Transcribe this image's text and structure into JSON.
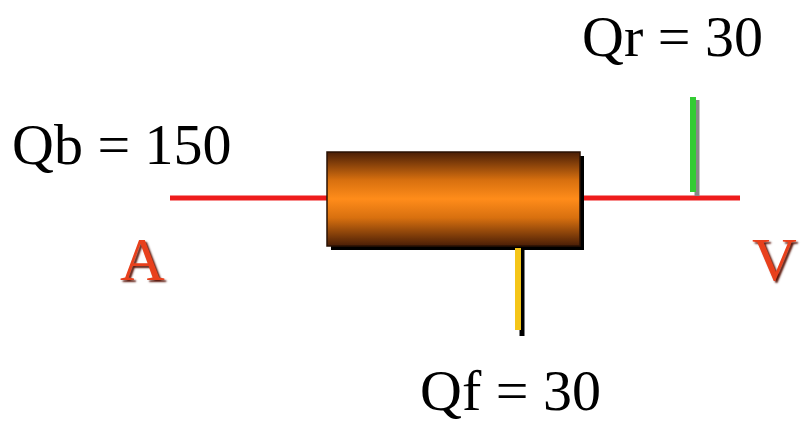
{
  "diagram": {
    "labels": [
      "Qr = 30",
      "Qb = 150",
      "A",
      "V",
      "Qf = 30"
    ]
  }
}
